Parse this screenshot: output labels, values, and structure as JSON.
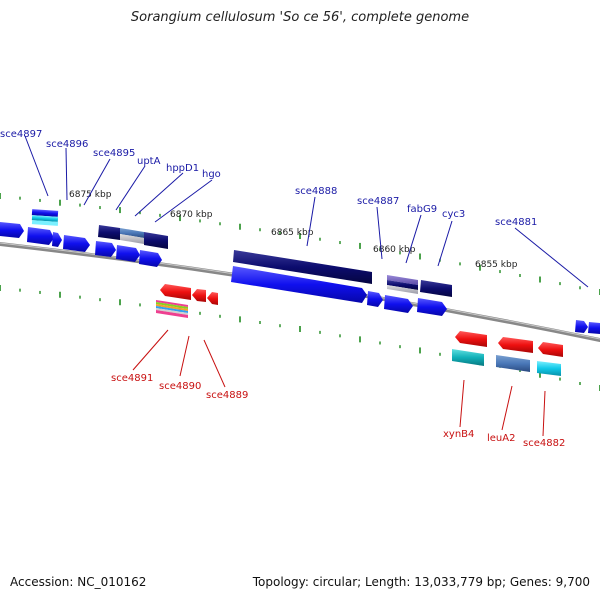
{
  "title": "Sorangium cellulosum 'So ce 56', complete genome",
  "footer": {
    "accession": "Accession: NC_010162",
    "summary": "Topology: circular; Length: 13,033,779 bp; Genes: 9,700"
  },
  "kbp_labels": [
    "6875 kbp",
    "6870 kbp",
    "6865 kbp",
    "6860 kbp",
    "6855 kbp"
  ],
  "plus_genes": [
    "sce4897",
    "sce4896",
    "sce4895",
    "uptA",
    "hppD1",
    "hgo",
    "sce4888",
    "sce4887",
    "fabG9",
    "cyc3",
    "sce4881"
  ],
  "minus_genes": [
    "sce4891",
    "sce4890",
    "sce4889",
    "xynB4",
    "leuA2",
    "sce4882"
  ],
  "colors": {
    "plus_label": "#1a1aa6",
    "minus_label": "#c81010",
    "backbone": "#888888",
    "tick": "#1e8a1e",
    "cds_plus": "#1010ee",
    "gene_dark": "#0c0c6e",
    "cds_minus": "#ee1010"
  }
}
